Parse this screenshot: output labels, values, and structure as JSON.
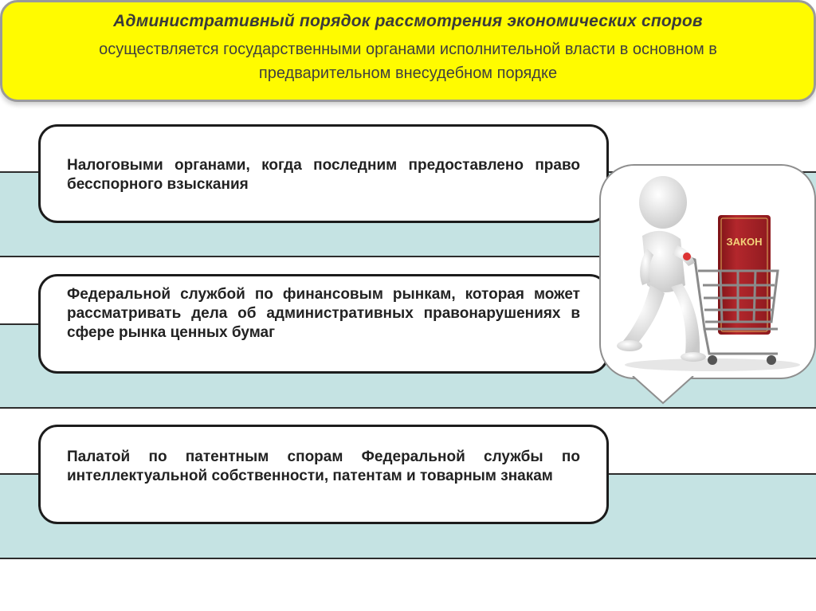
{
  "header": {
    "title": "Административный  порядок рассмотрения экономических споров",
    "subtitle": "осуществляется государственными органами исполнительной власти в основном в предварительном внесудебном порядке"
  },
  "items": [
    {
      "text": "Налоговыми органами, когда последним предоставлено право бесспорного взыскания"
    },
    {
      "text": "Федеральной службой по финансовым рынкам, которая может рассматривать дела об административных правонарушениях в сфере рынка ценных бумаг"
    },
    {
      "text": "Палатой по патентным спорам Федеральной службы по интеллектуальной собственности, патентам и товарным знакам"
    }
  ],
  "illustration": {
    "book_label": "ЗАКОН",
    "book_color": "#b3272c"
  },
  "colors": {
    "header_bg": "#fffb00",
    "band": "#c5e3e3",
    "border": "#1c1c1c"
  }
}
